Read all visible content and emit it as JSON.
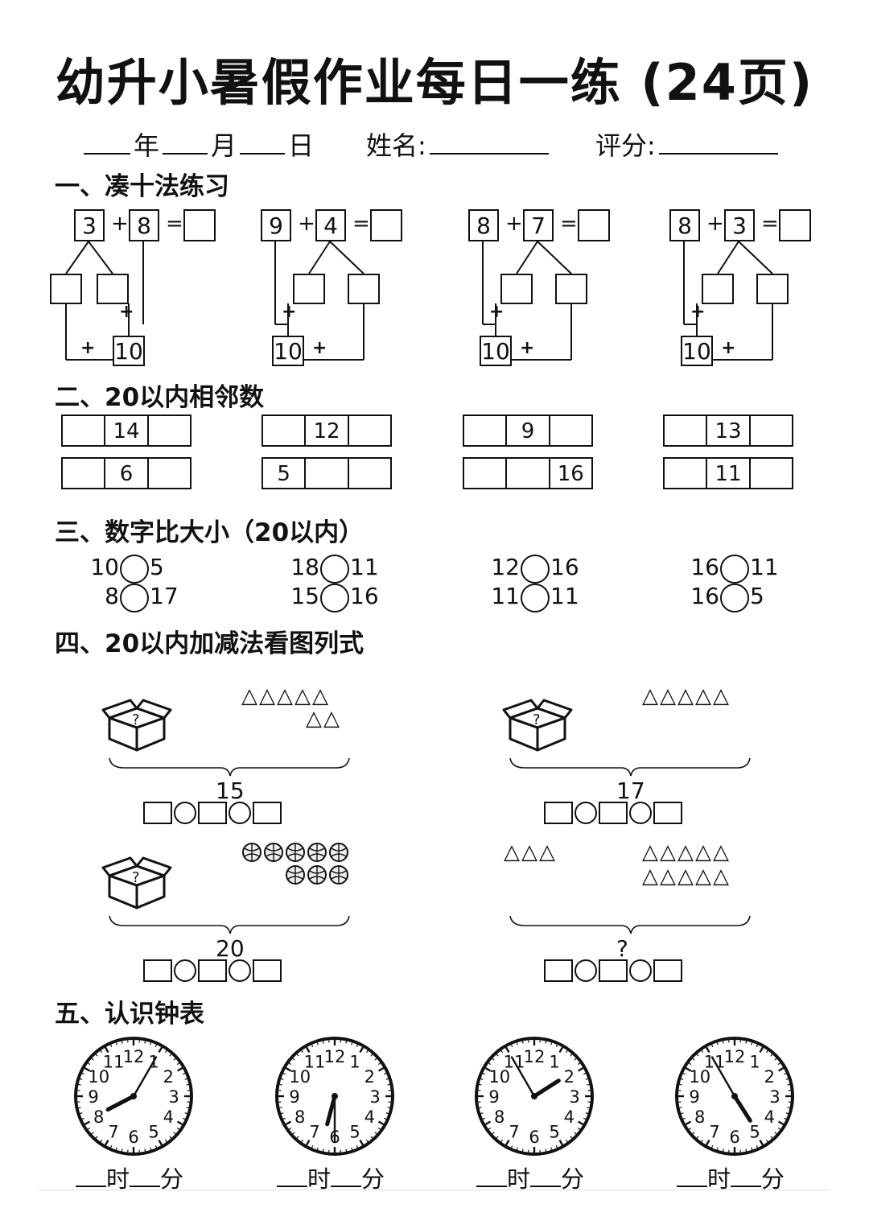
{
  "title": "幼升小暑假作业每日一练 (24页)",
  "header": {
    "year": "年",
    "month": "月",
    "day": "日",
    "name_label": "姓名:",
    "score_label": "评分:"
  },
  "section1": {
    "title": "一、凑十法练习",
    "problems": [
      {
        "a": "3",
        "b": "8",
        "plus": "+",
        "eq": "=",
        "ten": "10"
      },
      {
        "a": "9",
        "b": "4",
        "plus": "+",
        "eq": "=",
        "ten": "10"
      },
      {
        "a": "8",
        "b": "7",
        "plus": "+",
        "eq": "=",
        "ten": "10"
      },
      {
        "a": "8",
        "b": "3",
        "plus": "+",
        "eq": "=",
        "ten": "10"
      }
    ]
  },
  "section2": {
    "title": "二、20以内相邻数",
    "rows": [
      [
        [
          "",
          "14",
          ""
        ],
        [
          "",
          "12",
          ""
        ],
        [
          "",
          "9",
          ""
        ],
        [
          "",
          "13",
          ""
        ]
      ],
      [
        [
          "",
          "6",
          ""
        ],
        [
          "5",
          "",
          ""
        ],
        [
          "",
          "",
          "16"
        ],
        [
          "",
          "11",
          ""
        ]
      ]
    ]
  },
  "section3": {
    "title": "三、数字比大小（20以内）",
    "pairs": [
      [
        [
          "10",
          "5"
        ],
        [
          "8",
          "17"
        ]
      ],
      [
        [
          "18",
          "11"
        ],
        [
          "15",
          "16"
        ]
      ],
      [
        [
          "12",
          "16"
        ],
        [
          "11",
          "11"
        ]
      ],
      [
        [
          "16",
          "11"
        ],
        [
          "16",
          "5"
        ]
      ]
    ]
  },
  "section4": {
    "title": "四、20以内加减法看图列式",
    "problems": [
      {
        "total": "15",
        "row1": "△△△△△",
        "row2": "△△"
      },
      {
        "total": "17",
        "row1": "△△△△△",
        "row2": ""
      },
      {
        "total": "20",
        "row1": "",
        "row2": ""
      },
      {
        "total": "?",
        "left": "△△△",
        "row1": "△△△△△",
        "row2": "△△△△△"
      }
    ],
    "box_question": "?"
  },
  "section5": {
    "title": "五、认识钟表",
    "clock_numbers": [
      "12",
      "1",
      "2",
      "3",
      "4",
      "5",
      "6",
      "7",
      "8",
      "9",
      "10",
      "11"
    ],
    "hour_label": "时",
    "minute_label": "分",
    "clocks": [
      {
        "hour": 8,
        "minute": 5
      },
      {
        "hour": 6,
        "minute": 30
      },
      {
        "hour": 1,
        "minute": 55
      },
      {
        "hour": 4,
        "minute": 55
      }
    ]
  }
}
